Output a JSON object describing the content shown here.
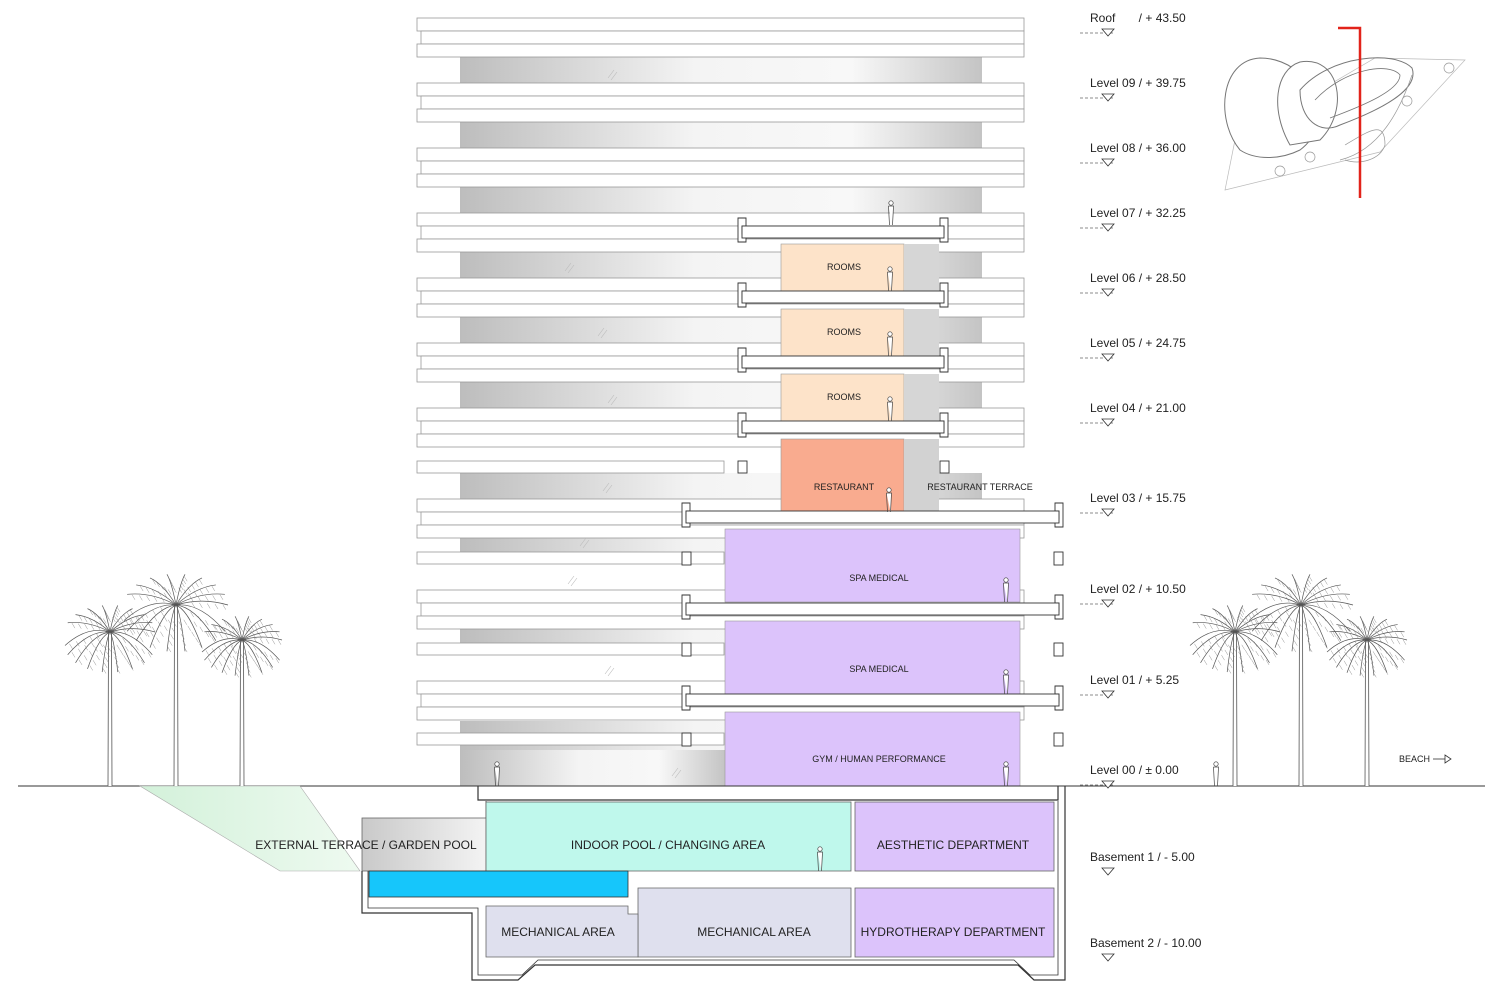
{
  "levels": [
    {
      "label": "Roof       / + 43.50",
      "elevation": 43.5
    },
    {
      "label": "Level 09 / + 39.75",
      "elevation": 39.75
    },
    {
      "label": "Level 08 / + 36.00",
      "elevation": 36.0
    },
    {
      "label": "Level 07 / + 32.25",
      "elevation": 32.25
    },
    {
      "label": "Level 06 / + 28.50",
      "elevation": 28.5
    },
    {
      "label": "Level 05 / + 24.75",
      "elevation": 24.75
    },
    {
      "label": "Level 04 / + 21.00",
      "elevation": 21.0
    },
    {
      "label": "Level 03 / + 15.75",
      "elevation": 15.75
    },
    {
      "label": "Level 02 / + 10.50",
      "elevation": 10.5
    },
    {
      "label": "Level 01 / + 5.25",
      "elevation": 5.25
    },
    {
      "label": "Level 00 / ± 0.00",
      "elevation": 0.0
    },
    {
      "label": "Basement 1 / - 5.00",
      "elevation": -5.0
    },
    {
      "label": "Basement 2 / - 10.00",
      "elevation": -10.0
    }
  ],
  "rooms": {
    "rooms_06": "ROOMS",
    "rooms_05": "ROOMS",
    "rooms_04": "ROOMS",
    "restaurant": "RESTAURANT",
    "restaurant_terrace": "RESTAURANT TERRACE",
    "spa_02": "SPA MEDICAL",
    "spa_01": "SPA MEDICAL",
    "gym": "GYM / HUMAN PERFORMANCE",
    "external_terrace": "EXTERNAL TERRACE / GARDEN POOL",
    "indoor_pool": "INDOOR POOL / CHANGING AREA",
    "aesthetic": "AESTHETIC DEPARTMENT",
    "mechanical_1": "MECHANICAL AREA",
    "mechanical_2": "MECHANICAL AREA",
    "hydrotherapy": "HYDROTHERAPY DEPARTMENT"
  },
  "beach_label": "BEACH",
  "colors": {
    "rooms": "#fde3c9",
    "restaurant": "#f9ab8f",
    "spa": "#dcc3fb",
    "pool_area": "#bff8ec",
    "pool_water": "#16c6fb",
    "mechanical": "#dfe0ee",
    "terrace": "#d6f2dd",
    "section_cut": "#e2231a"
  }
}
